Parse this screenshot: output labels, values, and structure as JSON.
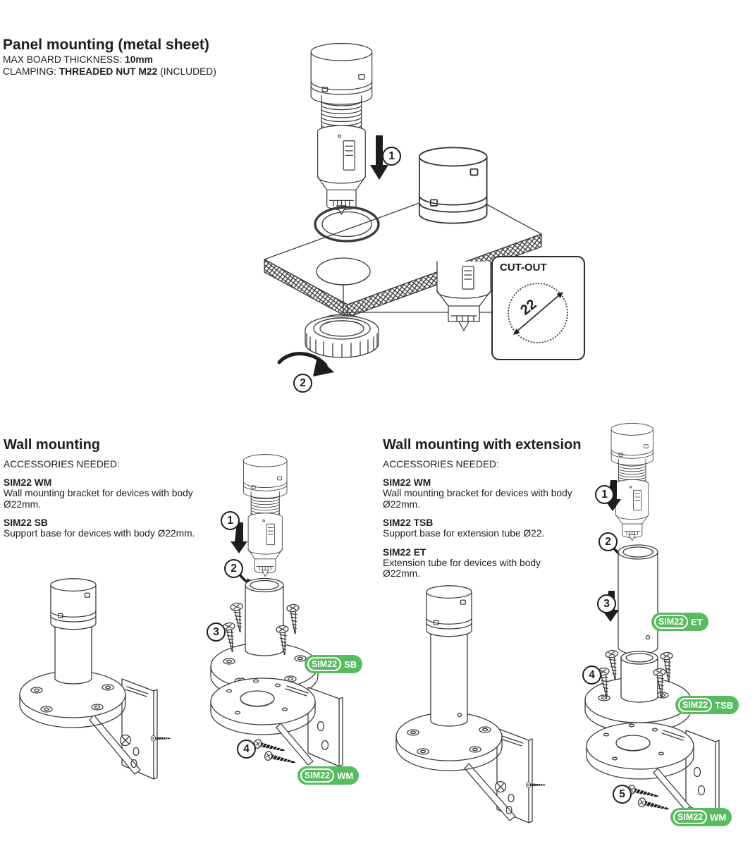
{
  "colors": {
    "badge_green": "#58bb5f",
    "ink": "#1d1d1b",
    "line_art": "#3b3b3b"
  },
  "panel_mounting": {
    "title": "Panel mounting (metal sheet)",
    "spec1_label": "MAX BOARD THICKNESS:",
    "spec1_value": "10mm",
    "spec2_label": "CLAMPING:",
    "spec2_value": "THREADED NUT M22",
    "spec2_suffix": "(INCLUDED)",
    "step1": "1",
    "step2": "2",
    "cutout_label": "CUT-OUT",
    "cutout_diameter": "22"
  },
  "wall_mounting": {
    "title": "Wall mounting",
    "accessories_heading": "ACCESSORIES NEEDED:",
    "acc1_code": "SIM22 WM",
    "acc1_desc": "Wall mounting bracket for devices with body Ø22mm.",
    "acc2_code": "SIM22 SB",
    "acc2_desc": "Support base for devices with body Ø22mm.",
    "step1": "1",
    "step2": "2",
    "step3": "3",
    "step4": "4",
    "badge_sb_prefix": "SIM22",
    "badge_sb_suffix": "SB",
    "badge_wm_prefix": "SIM22",
    "badge_wm_suffix": "WM"
  },
  "wall_mounting_extension": {
    "title": "Wall mounting with extension",
    "accessories_heading": "ACCESSORIES NEEDED:",
    "acc1_code": "SIM22 WM",
    "acc1_desc": "Wall mounting bracket for devices with body Ø22mm.",
    "acc2_code": "SIM22 TSB",
    "acc2_desc": "Support base for extension tube Ø22.",
    "acc3_code": "SIM22 ET",
    "acc3_desc": "Extension tube for devices with body Ø22mm.",
    "step1": "1",
    "step2": "2",
    "step3": "3",
    "step4": "4",
    "step5": "5",
    "badge_et_prefix": "SIM22",
    "badge_et_suffix": "ET",
    "badge_tsb_prefix": "SIM22",
    "badge_tsb_suffix": "TSB",
    "badge_wm_prefix": "SIM22",
    "badge_wm_suffix": "WM"
  }
}
